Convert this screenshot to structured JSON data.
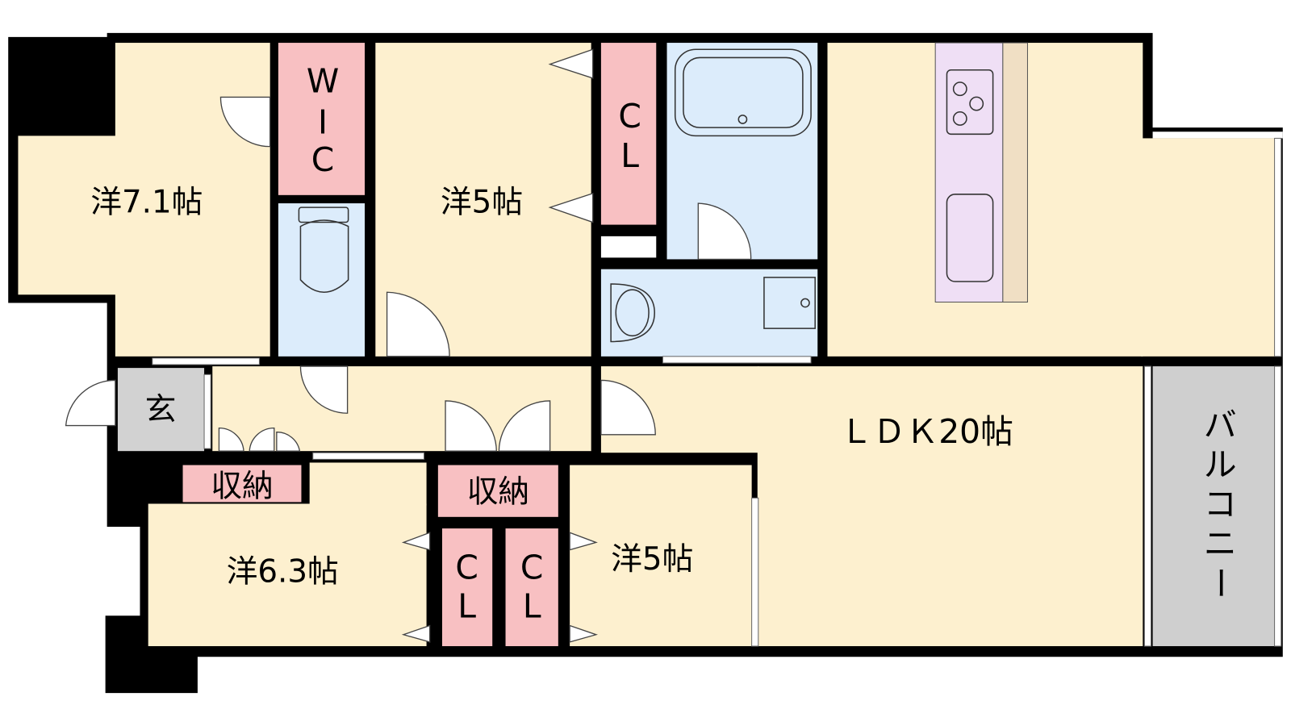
{
  "colors": {
    "wall": "#000000",
    "room": "#fdf0cf",
    "storage": "#f8c0c2",
    "wet": "#dcecfb",
    "entrance": "#d2d2d2",
    "balcony": "#cfcfcf",
    "kitchen": "#efdff5",
    "counter": "#f0dfc4"
  },
  "rooms": {
    "western_7_1": "洋7.1帖",
    "wic_1": "W",
    "wic_2": "I",
    "wic_3": "C",
    "western_5_top": "洋5帖",
    "cl_top_1": "C",
    "cl_top_2": "L",
    "entrance": "玄",
    "storage_left": "収納",
    "storage_mid": "収納",
    "western_6_3": "洋6.3帖",
    "cl_a_1": "C",
    "cl_a_2": "L",
    "cl_b_1": "C",
    "cl_b_2": "L",
    "western_5_bottom": "洋5帖",
    "ldk": "ＬＤＫ20帖",
    "balcony_1": "バ",
    "balcony_2": "ル",
    "balcony_3": "コ",
    "balcony_4": "ニ",
    "balcony_5": "ー"
  }
}
